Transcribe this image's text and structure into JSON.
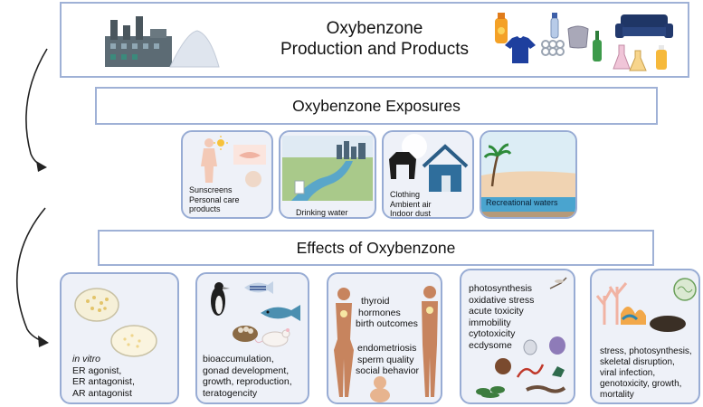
{
  "production": {
    "title_line1": "Oxybenzone",
    "title_line2": "Production and Products"
  },
  "exposures": {
    "title": "Oxybenzone Exposures",
    "panels": [
      {
        "lines": [
          "Sunscreens",
          "Personal care",
          "products"
        ]
      },
      {
        "lines": [
          "Drinking water"
        ]
      },
      {
        "lines": [
          "Clothing",
          "Ambient air",
          "Indoor dust"
        ]
      },
      {
        "lines": [
          "Recreational waters"
        ]
      }
    ]
  },
  "effects": {
    "title": "Effects of Oxybenzone",
    "panels": [
      {
        "italic": "in vitro",
        "lines": [
          "ER agonist,",
          " ER antagonist,",
          "AR  antagonist"
        ]
      },
      {
        "lines": [
          "bioaccumulation,",
          "gonad development,",
          "growth, reproduction,",
          "teratogencity"
        ]
      },
      {
        "top_lines": [
          "thyroid",
          "hormones",
          "birth outcomes"
        ],
        "bottom_lines": [
          "endometriosis",
          "sperm quality",
          "social behavior"
        ]
      },
      {
        "lines": [
          "photosynthesis",
          "oxidative stress",
          "acute toxicity",
          "immobility",
          "cytotoxicity",
          "ecdysome"
        ]
      },
      {
        "lines": [
          "stress, photosynthesis,",
          "skeletal disruption,",
          "viral infection,",
          "genotoxicity, growth,",
          "mortality"
        ]
      }
    ]
  },
  "colors": {
    "box_border": "#9fb1d6",
    "panel_fill": "#eef1f8",
    "accent_blue": "#2a4f9a"
  }
}
